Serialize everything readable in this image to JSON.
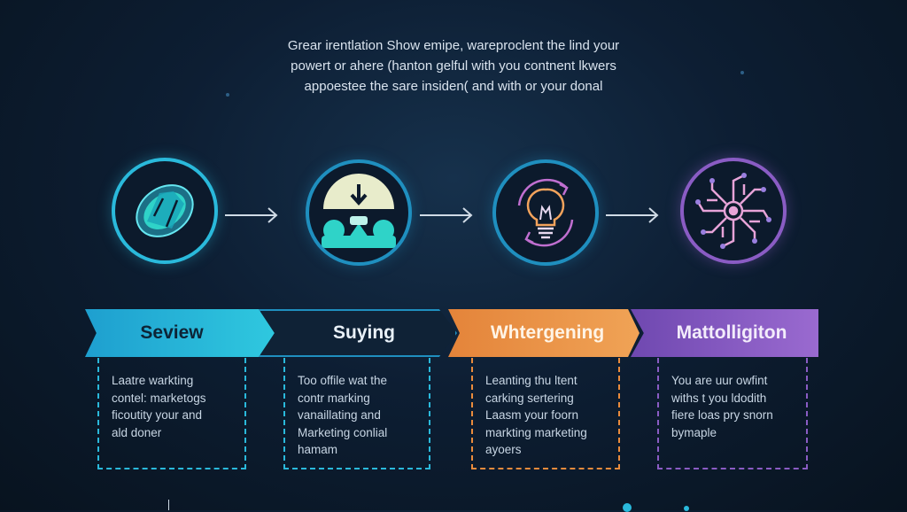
{
  "intro": {
    "lines": [
      "Grear irentlation  Show emipe, wareproclent the lind your",
      "powert or ahere  (hanton gelful  with you contnent lkwers",
      "appoestee the sare insiden( and with or your donal"
    ]
  },
  "steps": [
    {
      "icon": "gem-icon",
      "title": "Seview",
      "color": "#2ab9db",
      "lines": [
        "Laatre warkting",
        "contel: marketogs",
        "ficoutity your and",
        "ald doner"
      ]
    },
    {
      "icon": "dome-download-icon",
      "title": "Suying",
      "color": "#1f8fbf",
      "lines": [
        "Too offile wat the",
        "contr marking",
        "vanaillating and",
        "Marketing conlial",
        "hamam"
      ]
    },
    {
      "icon": "lightbulb-cycle-icon",
      "title": "Whtergening",
      "color": "#ea8b3c",
      "lines": [
        "Leanting thu ltent",
        "carking sertering",
        "Laasm your foorn",
        "markting marketing",
        "ayoers"
      ]
    },
    {
      "icon": "circuit-gear-icon",
      "title": "Mattolligiton",
      "color": "#8a5cc4",
      "lines": [
        "You are uur owfint",
        "withs t you ldodith",
        "fiere loas pry snorn",
        "bymaple"
      ]
    }
  ],
  "colors": {
    "background": "#0d1e33",
    "teal": "#2ab9db",
    "blue": "#1f8fbf",
    "orange": "#ea8b3c",
    "purple": "#8a5cc4"
  }
}
